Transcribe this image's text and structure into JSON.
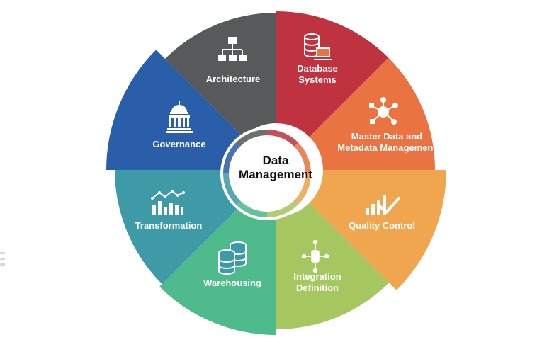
{
  "diagram": {
    "center": {
      "line1": "Data",
      "line2": "Management"
    },
    "segments": [
      {
        "id": "architecture",
        "label_lines": [
          "Architecture"
        ],
        "color": "#bf3340",
        "icon": "hierarchy-icon"
      },
      {
        "id": "database-systems",
        "label_lines": [
          "Database",
          "Systems"
        ],
        "color": "#ea7441",
        "icon": "database-laptop-icon"
      },
      {
        "id": "master-data",
        "label_lines": [
          "Master Data and",
          "Metadata Management"
        ],
        "color": "#efa64f",
        "icon": "network-nodes-icon"
      },
      {
        "id": "quality-control",
        "label_lines": [
          "Quality Control"
        ],
        "color": "#a6c760",
        "icon": "bar-chart-check-icon"
      },
      {
        "id": "integration-definition",
        "label_lines": [
          "Integration",
          "Definition"
        ],
        "color": "#4fba8b",
        "icon": "integration-node-icon"
      },
      {
        "id": "warehousing",
        "label_lines": [
          "Warehousing"
        ],
        "color": "#3d9aa6",
        "icon": "database-stack-icon"
      },
      {
        "id": "transformation",
        "label_lines": [
          "Transformation"
        ],
        "color": "#2a5ea8",
        "icon": "bar-line-chart-icon"
      },
      {
        "id": "governance",
        "label_lines": [
          "Governance"
        ],
        "color": "#565a5a",
        "icon": "capitol-building-icon"
      }
    ]
  }
}
